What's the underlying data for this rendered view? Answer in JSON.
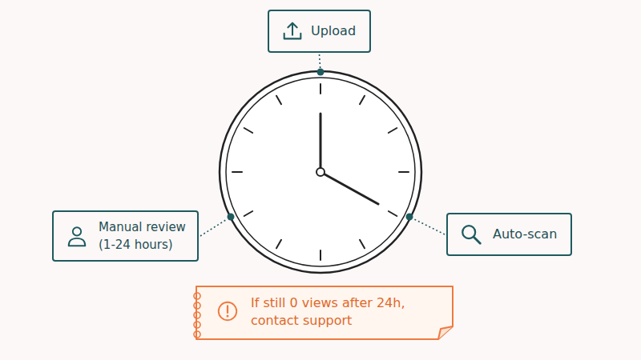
{
  "diagram": {
    "nodes": [
      {
        "text": [
          "Upload"
        ]
      },
      {
        "text": [
          "Manual review",
          "(1-24 hours)"
        ]
      },
      {
        "text": [
          "Auto-scan"
        ]
      },
      {
        "text": [
          "If still 0 views after 24h, contact support"
        ]
      }
    ]
  }
}
